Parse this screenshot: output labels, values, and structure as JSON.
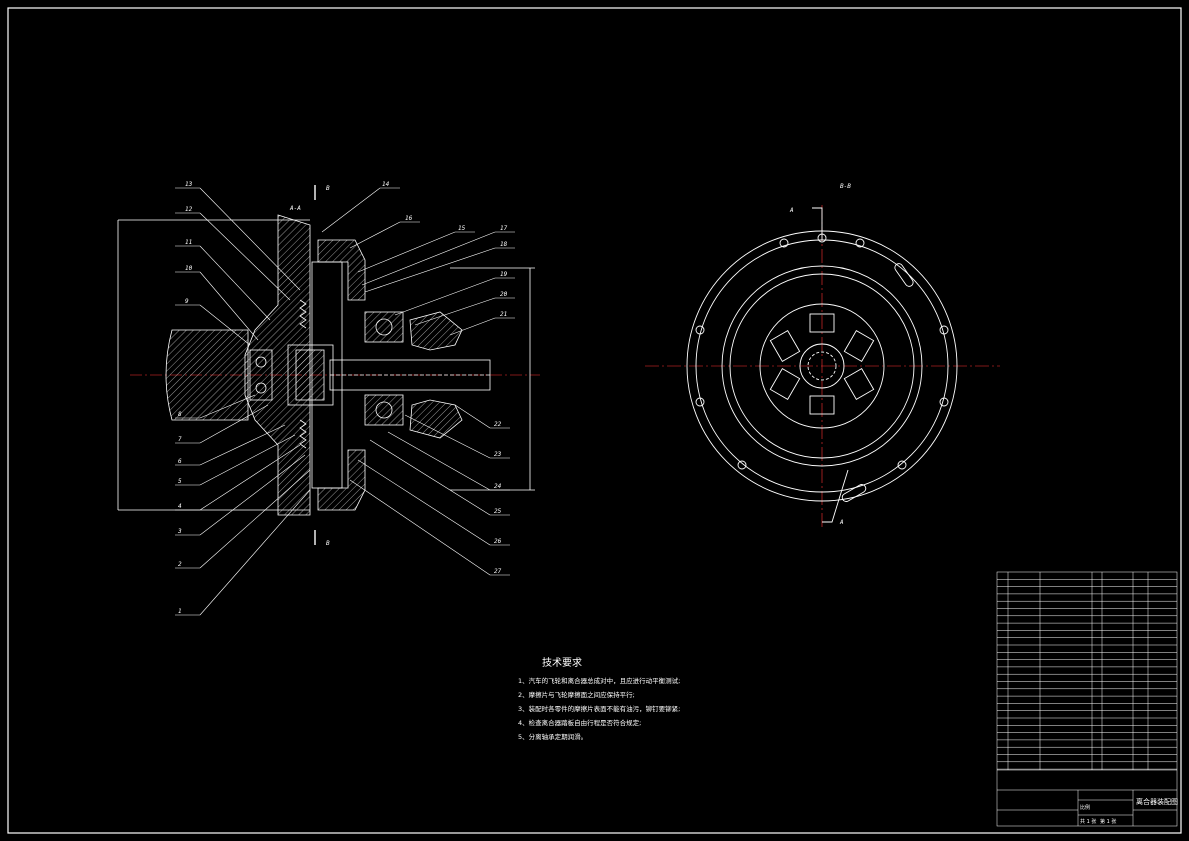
{
  "drawing": {
    "background": "#000000",
    "line_color": "#ffffff",
    "dim_color": "#ffff00",
    "section_marks": {
      "left_view_title": "A-A",
      "right_view_title": "B-B",
      "cut_b_top": "B",
      "cut_b_bottom": "B",
      "cut_a_top": "A",
      "cut_a_bottom": "A"
    },
    "left_part_numbers": [
      "13",
      "12",
      "11",
      "10",
      "9",
      "8",
      "7",
      "6",
      "5",
      "4",
      "3",
      "2",
      "1"
    ],
    "right_part_numbers": [
      "14",
      "16",
      "15",
      "17",
      "18",
      "19",
      "20",
      "21",
      "22",
      "23",
      "24",
      "25",
      "26",
      "27"
    ],
    "tech_requirements": {
      "title": "技术要求",
      "items": [
        "1、汽车的飞轮和离合器总成对中，且应进行动平衡测试;",
        "2、摩擦片与飞轮摩擦面之间应保持平行;",
        "3、装配时各零件的摩擦片表面不能有油污，铆钉要铆紧;",
        "4、检查离合器踏板自由行程是否符合规定;",
        "5、分离轴承定期润滑。"
      ]
    },
    "title_block": {
      "drawing_title": "离合器装配图",
      "scale_label": "比例",
      "sheet_label": "第 1 张",
      "total_label": "共 1 张"
    }
  }
}
